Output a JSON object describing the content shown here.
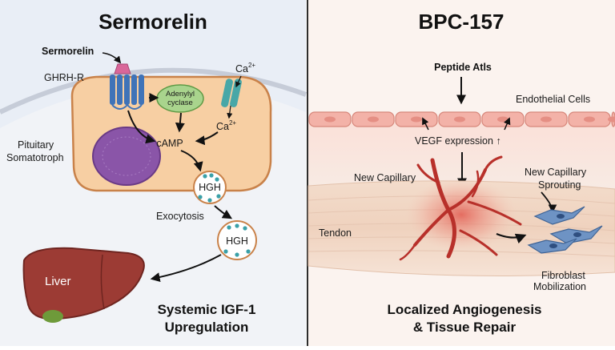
{
  "left": {
    "title": "Sermorelin",
    "sermorelin_label": "Sermorelin",
    "receptor_label": "GHRH-R",
    "adenylyl_line1": "Adenylyl",
    "adenylyl_line2": "cyclase",
    "ca_top": "Ca",
    "ca_top_sup": "2+",
    "ca_inside": "Ca",
    "ca_inside_sup": "2+",
    "camp": "cAMP",
    "cell_line1": "Pituitary",
    "cell_line2": "Somatotroph",
    "hgh_inner": "HGH",
    "exocytosis": "Exocytosis",
    "hgh_outer": "HGH",
    "liver": "Liver",
    "caption_line1": "Systemic IGF-1",
    "caption_line2": "Upregulation"
  },
  "right": {
    "title": "BPC-157",
    "peptide": "Peptide Atls",
    "endothelial": "Endothelial Cells",
    "vegf": "VEGF expression",
    "vegf_arrow": "↑",
    "new_capillary": "New Capillary",
    "sprouting_line1": "New Capillary",
    "sprouting_line2": "Sprouting",
    "tendon": "Tendon",
    "fibro_line1": "Fibroblast",
    "fibro_line2": "Mobilization",
    "caption_line1": "Localized Angiogenesis",
    "caption_line2": "& Tissue Repair"
  },
  "colors": {
    "left_bg": "#e9eef6",
    "right_bg": "#fbf3ef",
    "cell_fill": "#f7cfa3",
    "cell_stroke": "#c9824a",
    "nucleus": "#8a55a8",
    "receptor": "#3f73b8",
    "ligand": "#d9679a",
    "adenylyl": "#a9d48d",
    "channel": "#48a7a7",
    "vesicle_dot": "#3aa0a8",
    "liver": "#9c3b34",
    "endothelial": "#f3b2a8",
    "vessel": "#b8302a",
    "fibroblast": "#6e93c4"
  }
}
